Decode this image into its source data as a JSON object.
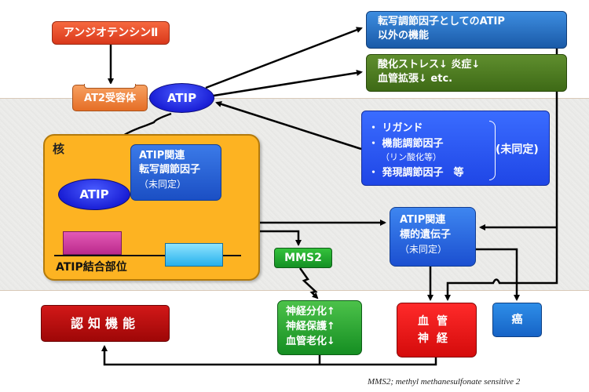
{
  "diagram": {
    "nodes": {
      "angiotensin": "アンジオテンシンⅡ",
      "at2_receptor": "AT2受容体",
      "atip_membrane": "ATIP",
      "atip_nuclear": "ATIP",
      "other_functions": [
        "転写調節因子としてのATIP",
        "以外の機能"
      ],
      "effects": [
        "酸化ストレス↓ 炎症↓",
        "血管拡張↓ etc."
      ],
      "unidentified_factors": {
        "items": [
          "・ リガンド",
          "・ 機能調節因子",
          "（リン酸化等）",
          "・ 発現調節因子　等"
        ],
        "bracket_label": "(未同定)"
      },
      "nucleus": {
        "label": "核",
        "tf_box": [
          "ATIP関連",
          "転写調節因子",
          "（未同定）"
        ],
        "binding_site_label": "ATIP結合部位"
      },
      "target_genes": [
        "ATIP関連",
        "標的遺伝子",
        "（未同定）"
      ],
      "mms2": "MMS2",
      "neuro_effects": [
        "神経分化↑",
        "神経保護↑",
        "血管老化↓"
      ],
      "cognitive_function": "認知機能",
      "vessel_nerve": [
        "血管",
        "神経"
      ],
      "cancer": "癌"
    },
    "edges": [
      {
        "from": "angiotensin",
        "to": "at2_receptor",
        "type": "arrow"
      },
      {
        "from": "atip_membrane",
        "to": "other_functions",
        "type": "arrow"
      },
      {
        "from": "atip_membrane",
        "to": "effects",
        "type": "arrow"
      },
      {
        "from": "unidentified_factors",
        "to": "atip_membrane",
        "type": "arrow"
      },
      {
        "from": "atip_membrane",
        "to": "atip_nuclear",
        "type": "translocation"
      },
      {
        "from": "atip_nuclear",
        "to": "binding_site",
        "type": "lightning"
      },
      {
        "from": "nucleus",
        "to": "target_genes",
        "type": "arrow"
      },
      {
        "from": "nucleus",
        "to": "mms2",
        "type": "arrow"
      },
      {
        "from": "mms2",
        "to": "neuro_effects",
        "type": "lightning"
      },
      {
        "from": "other_functions",
        "to": "target_genes",
        "type": "arrow"
      },
      {
        "from": "other_functions",
        "to": "vessel_nerve",
        "type": "arrow"
      },
      {
        "from": "target_genes",
        "to": "vessel_nerve",
        "type": "arrow"
      },
      {
        "from": "target_genes",
        "to": "cancer",
        "type": "arrow"
      },
      {
        "from": "neuro_effects",
        "to": "cognitive_function",
        "type": "arrow"
      },
      {
        "from": "vessel_nerve",
        "to": "cognitive_function",
        "type": "arrow"
      }
    ],
    "footnote": "MMS2; methyl methanesulfonate sensitive 2"
  }
}
